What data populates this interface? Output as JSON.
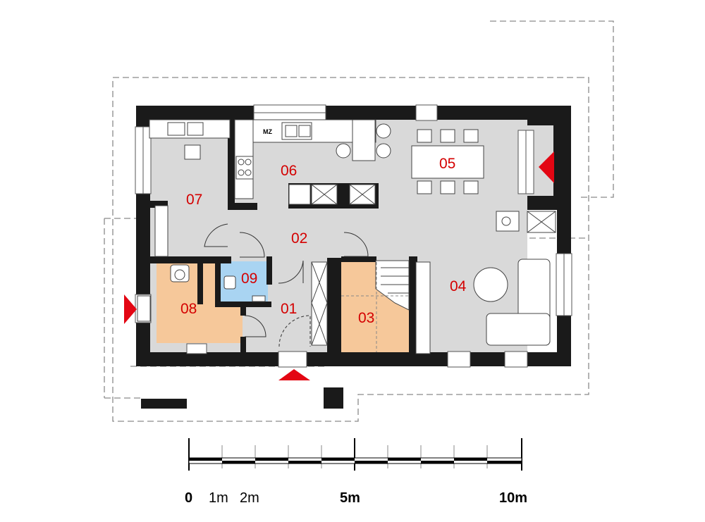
{
  "colors": {
    "wall": "#1a1a1a",
    "floor_grey": "#d9d9d9",
    "floor_wood": "#f6c89a",
    "floor_tile": "#a9d4f2",
    "room_label": "#d40000",
    "entry_marker": "#e30613",
    "dashed_line": "#8a8a8a"
  },
  "rooms": [
    {
      "id": "01",
      "label": "01"
    },
    {
      "id": "02",
      "label": "02"
    },
    {
      "id": "03",
      "label": "03"
    },
    {
      "id": "04",
      "label": "04"
    },
    {
      "id": "05",
      "label": "05"
    },
    {
      "id": "06",
      "label": "06"
    },
    {
      "id": "07",
      "label": "07"
    },
    {
      "id": "08",
      "label": "08"
    },
    {
      "id": "09",
      "label": "09"
    }
  ],
  "appliance_labels": {
    "dishwasher": "MZ"
  },
  "scale_bar": {
    "labels": [
      "0",
      "1m",
      "2m",
      "5m",
      "10m"
    ]
  }
}
